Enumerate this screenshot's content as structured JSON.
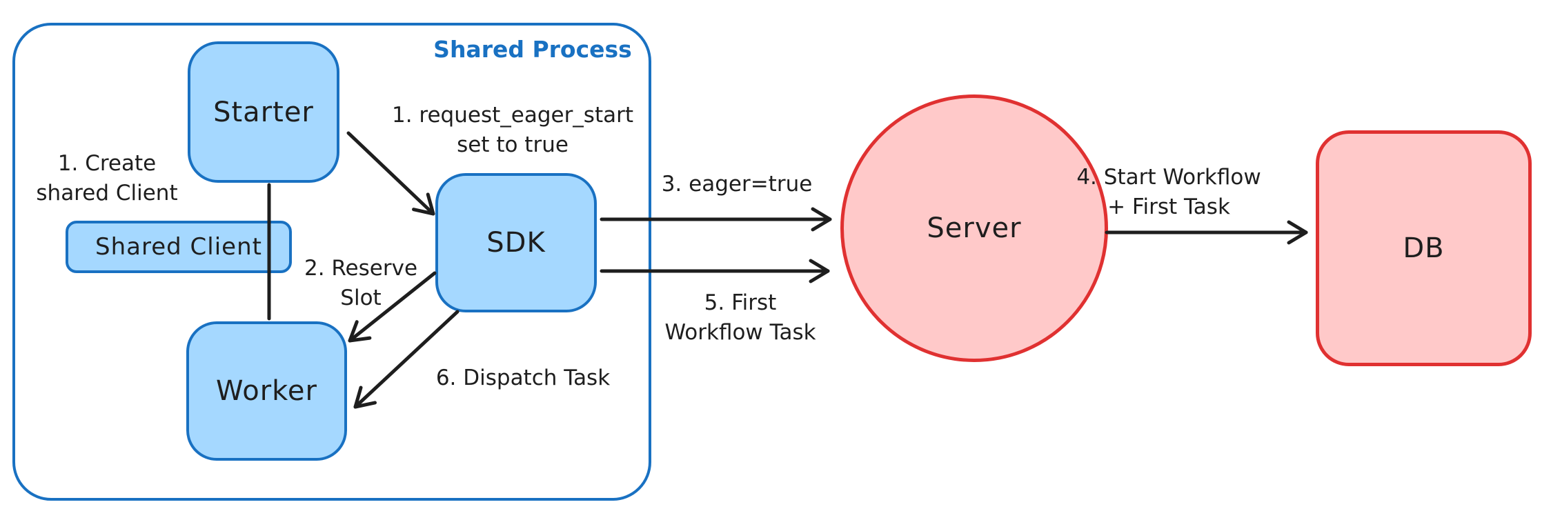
{
  "shared_process": {
    "label": "Shared Process"
  },
  "nodes": {
    "starter": {
      "label": "Starter"
    },
    "shared_client": {
      "label": "Shared Client"
    },
    "worker": {
      "label": "Worker"
    },
    "sdk": {
      "label": "SDK"
    },
    "server": {
      "label": "Server"
    },
    "db": {
      "label": "DB"
    }
  },
  "edge_labels": {
    "create_shared_client": "1. Create\nshared Client",
    "request_eager_start": "1. request_eager_start\nset to true",
    "reserve_slot": "2. Reserve\nSlot",
    "eager_true": "3. eager=true",
    "start_workflow": "4. Start Workflow\n+ First Task",
    "first_workflow_task": "5. First\nWorkflow Task",
    "dispatch_task": "6. Dispatch Task"
  },
  "colors": {
    "process_fill": "#a5d8ff",
    "process_stroke": "#1971c2",
    "server_fill": "#ffc9c9",
    "server_stroke": "#e03131",
    "text": "#1e1e1e"
  }
}
